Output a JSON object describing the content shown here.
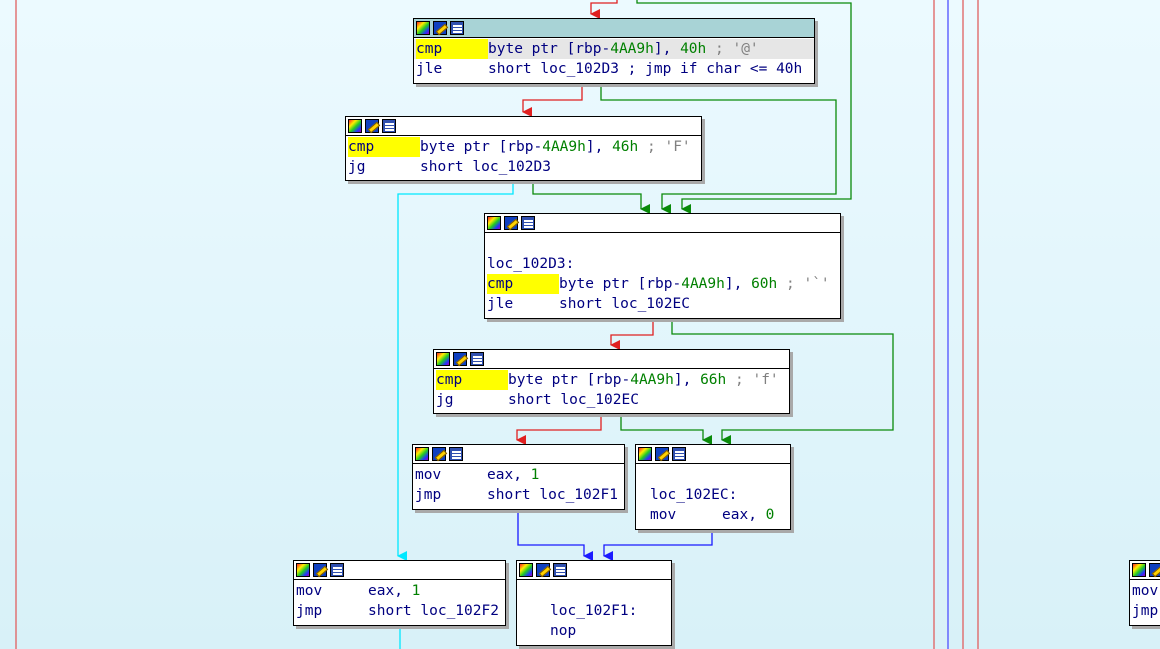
{
  "colors": {
    "edge_false": "#e02020",
    "edge_true": "#0a8a0a",
    "edge_uncond": "#1a1aff",
    "edge_back": "#00e8ff",
    "selected_header": "#a8d3d6",
    "highlight": "#ffff00"
  },
  "header_icons": [
    "graph-overview-icon",
    "edit-color-icon",
    "xrefs-icon"
  ],
  "nodes": {
    "n1": {
      "lines": [
        {
          "mnem": "cmp",
          "op": "byte ptr [rbp-",
          "reg": "4AA9h",
          "op2": "], ",
          "imm": "40h",
          "cmt": " ; '@'"
        },
        {
          "mnem": "jle",
          "op": "short loc_102D3 ; jmp if char <= 40h"
        }
      ]
    },
    "n2": {
      "lines": [
        {
          "mnem": "cmp",
          "op": "byte ptr [rbp-",
          "reg": "4AA9h",
          "op2": "], ",
          "imm": "46h",
          "cmt": " ; 'F'"
        },
        {
          "mnem": "jg",
          "op": "short loc_102D3"
        }
      ]
    },
    "n3": {
      "label": "loc_102D3:",
      "lines": [
        {
          "mnem": "cmp",
          "op": "byte ptr [rbp-",
          "reg": "4AA9h",
          "op2": "], ",
          "imm": "60h",
          "cmt": " ; '`'"
        },
        {
          "mnem": "jle",
          "op": "short loc_102EC"
        }
      ]
    },
    "n4": {
      "lines": [
        {
          "mnem": "cmp",
          "op": "byte ptr [rbp-",
          "reg": "4AA9h",
          "op2": "], ",
          "imm": "66h",
          "cmt": " ; 'f'"
        },
        {
          "mnem": "jg",
          "op": "short loc_102EC"
        }
      ]
    },
    "n5": {
      "lines": [
        {
          "mnem": "mov",
          "op": "eax, ",
          "imm": "1"
        },
        {
          "mnem": "jmp",
          "op": "short loc_102F1"
        }
      ]
    },
    "n6": {
      "label": "loc_102EC:",
      "lines": [
        {
          "mnem": "mov",
          "op": "eax, ",
          "imm": "0"
        }
      ]
    },
    "n7": {
      "lines": [
        {
          "mnem": "mov",
          "op": "eax, ",
          "imm": "1"
        },
        {
          "mnem": "jmp",
          "op": "short loc_102F2"
        }
      ]
    },
    "n8": {
      "label": "loc_102F1:",
      "lines": [
        {
          "mnem": "nop",
          "op": ""
        }
      ]
    },
    "stub": {
      "lines": [
        {
          "mnem": "mov",
          "op": ""
        },
        {
          "mnem": "jmp",
          "op": ""
        }
      ]
    }
  }
}
